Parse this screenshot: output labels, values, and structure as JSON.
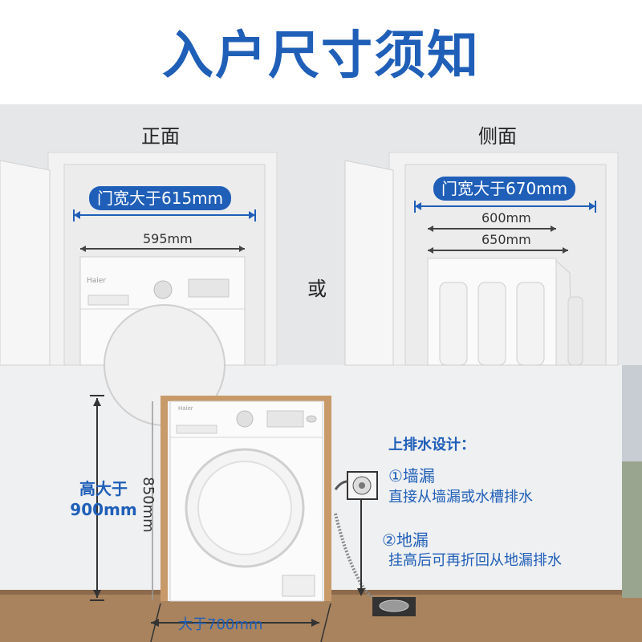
{
  "title": "入户尺寸须知",
  "front": {
    "label": "正面",
    "door_width_pill": "门宽大于615mm",
    "machine_width": "595mm",
    "brand": "Haier"
  },
  "or_label": "或",
  "side": {
    "label": "侧面",
    "door_width_pill": "门宽大于670mm",
    "depth_1": "600mm",
    "depth_2": "650mm"
  },
  "install": {
    "height_label_line1": "高大于",
    "height_label_line2": "900mm",
    "machine_height": "850mm",
    "width_label": "大于700mm",
    "brand": "Haier"
  },
  "drain": {
    "heading": "上排水设计：",
    "option1_title": "①墙漏",
    "option1_desc": "直接从墙漏或水槽排水",
    "option2_title": "②地漏",
    "option2_desc": "挂高后可再折回从地漏排水"
  },
  "colors": {
    "brand_blue": "#1f5fb8",
    "wall_gray": "#e6e7e9",
    "frame_wood": "#c89a6a",
    "floor_wood": "#b08460"
  }
}
